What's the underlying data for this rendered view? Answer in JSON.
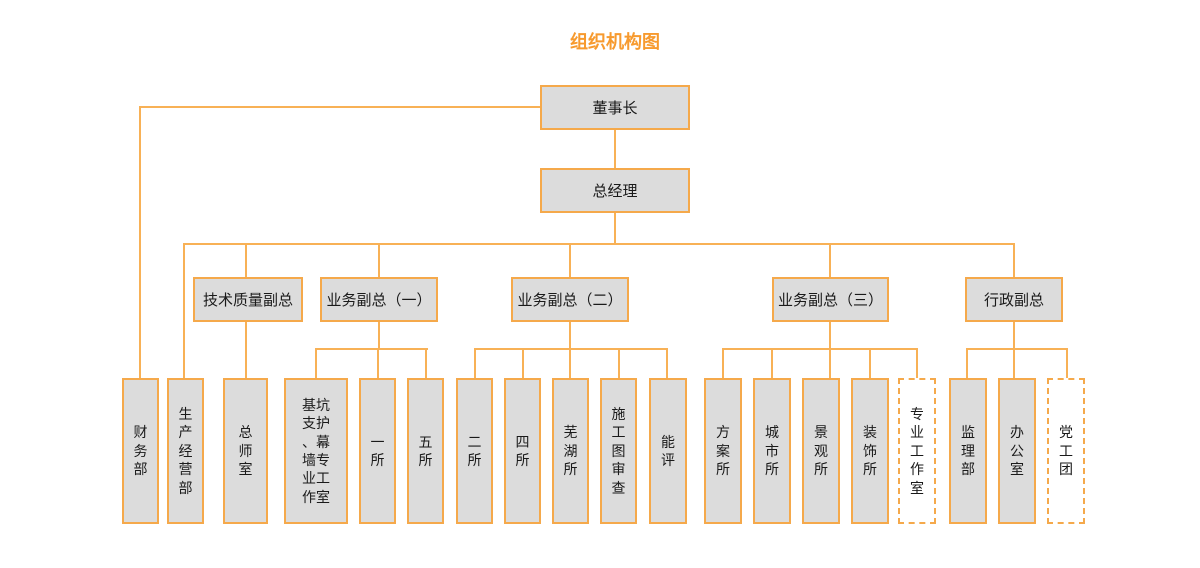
{
  "title": "组织机构图",
  "colors": {
    "accent_border": "#F5A94B",
    "connector_line": "#F8B156",
    "node_fill": "#DCDCDC",
    "title_text": "#F79A2E",
    "node_text": "#1A1A1A"
  },
  "org": {
    "root": {
      "label": "董事长"
    },
    "general_manager": {
      "label": "总经理",
      "reports_to": "董事长"
    },
    "vps": [
      {
        "label": "技术质量副总",
        "reports_to": "总经理"
      },
      {
        "label": "业务副总（一）",
        "reports_to": "总经理"
      },
      {
        "label": "业务副总（二）",
        "reports_to": "总经理"
      },
      {
        "label": "业务副总（三）",
        "reports_to": "总经理"
      },
      {
        "label": "行政副总",
        "reports_to": "总经理"
      }
    ],
    "departments": [
      {
        "label": "财务部",
        "dashed": false,
        "reports_to": "董事长"
      },
      {
        "label": "生产经营部",
        "dashed": false,
        "reports_to": "总经理"
      },
      {
        "label": "总师室",
        "dashed": false,
        "reports_to": "技术质量副总"
      },
      {
        "label": "基坑支护、幕墙专业工作室",
        "dashed": false,
        "reports_to": "业务副总（一）"
      },
      {
        "label": "一所",
        "dashed": false,
        "reports_to": "业务副总（一）"
      },
      {
        "label": "五所",
        "dashed": false,
        "reports_to": "业务副总（一）"
      },
      {
        "label": "二所",
        "dashed": false,
        "reports_to": "业务副总（二）"
      },
      {
        "label": "四所",
        "dashed": false,
        "reports_to": "业务副总（二）"
      },
      {
        "label": "芜湖所",
        "dashed": false,
        "reports_to": "业务副总（二）"
      },
      {
        "label": "施工图审查",
        "dashed": false,
        "reports_to": "业务副总（二）"
      },
      {
        "label": "能评",
        "dashed": false,
        "reports_to": "业务副总（二）"
      },
      {
        "label": "方案所",
        "dashed": false,
        "reports_to": "业务副总（三）"
      },
      {
        "label": "城市所",
        "dashed": false,
        "reports_to": "业务副总（三）"
      },
      {
        "label": "景观所",
        "dashed": false,
        "reports_to": "业务副总（三）"
      },
      {
        "label": "装饰所",
        "dashed": false,
        "reports_to": "业务副总（三）"
      },
      {
        "label": "专业工作室",
        "dashed": true,
        "reports_to": "业务副总（三）"
      },
      {
        "label": "监理部",
        "dashed": false,
        "reports_to": "行政副总"
      },
      {
        "label": "办公室",
        "dashed": false,
        "reports_to": "行政副总"
      },
      {
        "label": "党工团",
        "dashed": true,
        "reports_to": "行政副总"
      }
    ]
  }
}
